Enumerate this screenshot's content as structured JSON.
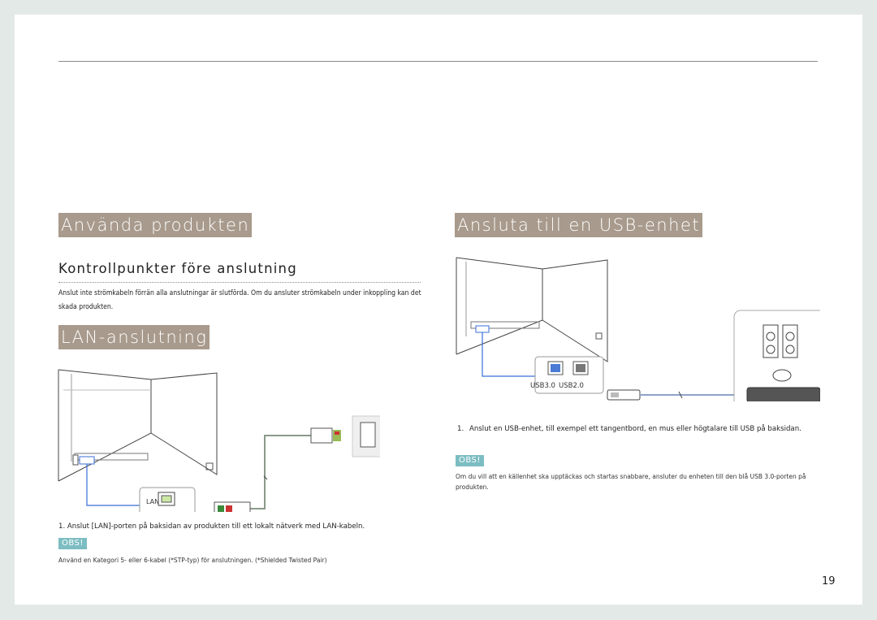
{
  "header": {
    "rule": true
  },
  "left": {
    "section_title": "Använda produkten",
    "subsection_title": "Kontrollpunkter före anslutning",
    "intro_text": "Anslut inte strömkabeln förrän alla anslutningar är slutförda. Om du ansluter strömkabeln under inkoppling kan det skada produkten.",
    "lan_title": "LAN-anslutning",
    "lan_port_label": "LAN",
    "lan_step": "1.  Anslut [LAN]-porten på baksidan av produkten till ett lokalt nätverk med LAN-kabeln.",
    "obs_label": "OBS!",
    "lan_note": "Använd en Kategori 5- eller 6-kabel (*STP-typ) för anslutningen. (*Shielded Twisted Pair)"
  },
  "right": {
    "section_title": "Ansluta till en USB-enhet",
    "usb_port_labels": [
      "USB3.0",
      "USB2.0"
    ],
    "usb_step_number": "1.",
    "usb_step_text": "Anslut en USB-enhet, till exempel ett tangentbord, en mus eller högtalare till USB på baksidan.",
    "obs_label": "OBS!",
    "usb_note": "Om du vill att en källenhet ska upptäckas och startas snabbare, ansluter du enheten till den blå USB 3.0-porten på produkten."
  },
  "footer": {
    "page_number": "19"
  },
  "colors": {
    "section_bg": "#a89a8c",
    "obs_bg": "#7cbdc2",
    "cable_blue": "#3a6fd8",
    "usb_blue": "#4b7bd4"
  }
}
